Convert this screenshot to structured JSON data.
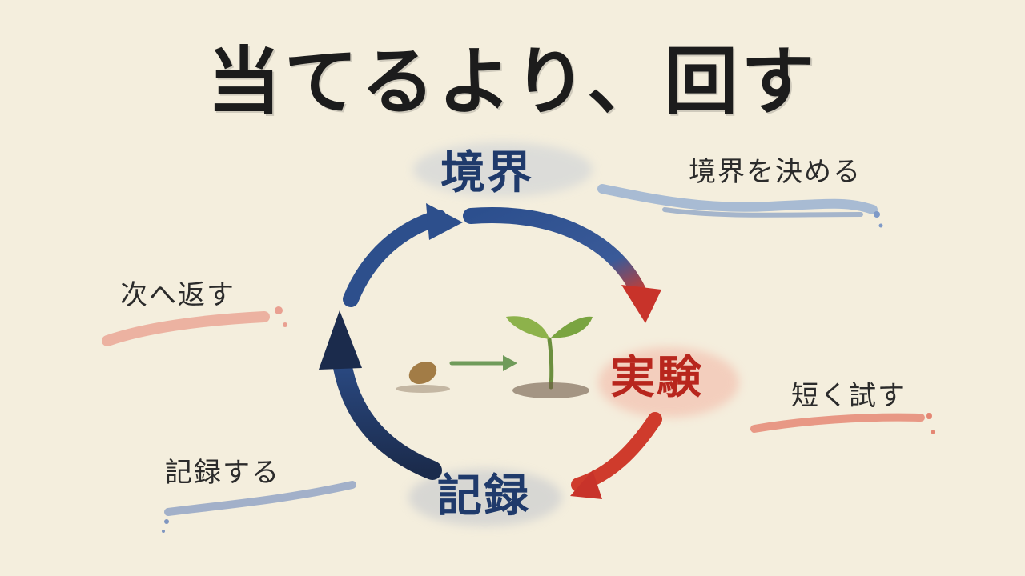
{
  "title": "当てるより、回す",
  "cycle": {
    "nodes": [
      {
        "id": "boundary",
        "label": "境界",
        "note": "境界を決める"
      },
      {
        "id": "experiment",
        "label": "実験",
        "note": "短く試す"
      },
      {
        "id": "record",
        "label": "記録",
        "note": "記録する"
      }
    ],
    "return_note": "次へ返す"
  },
  "colors": {
    "ink": "#1c1c1c",
    "navy": "#1f3a6b",
    "red": "#b8261d",
    "paper": "#f4eedd"
  }
}
